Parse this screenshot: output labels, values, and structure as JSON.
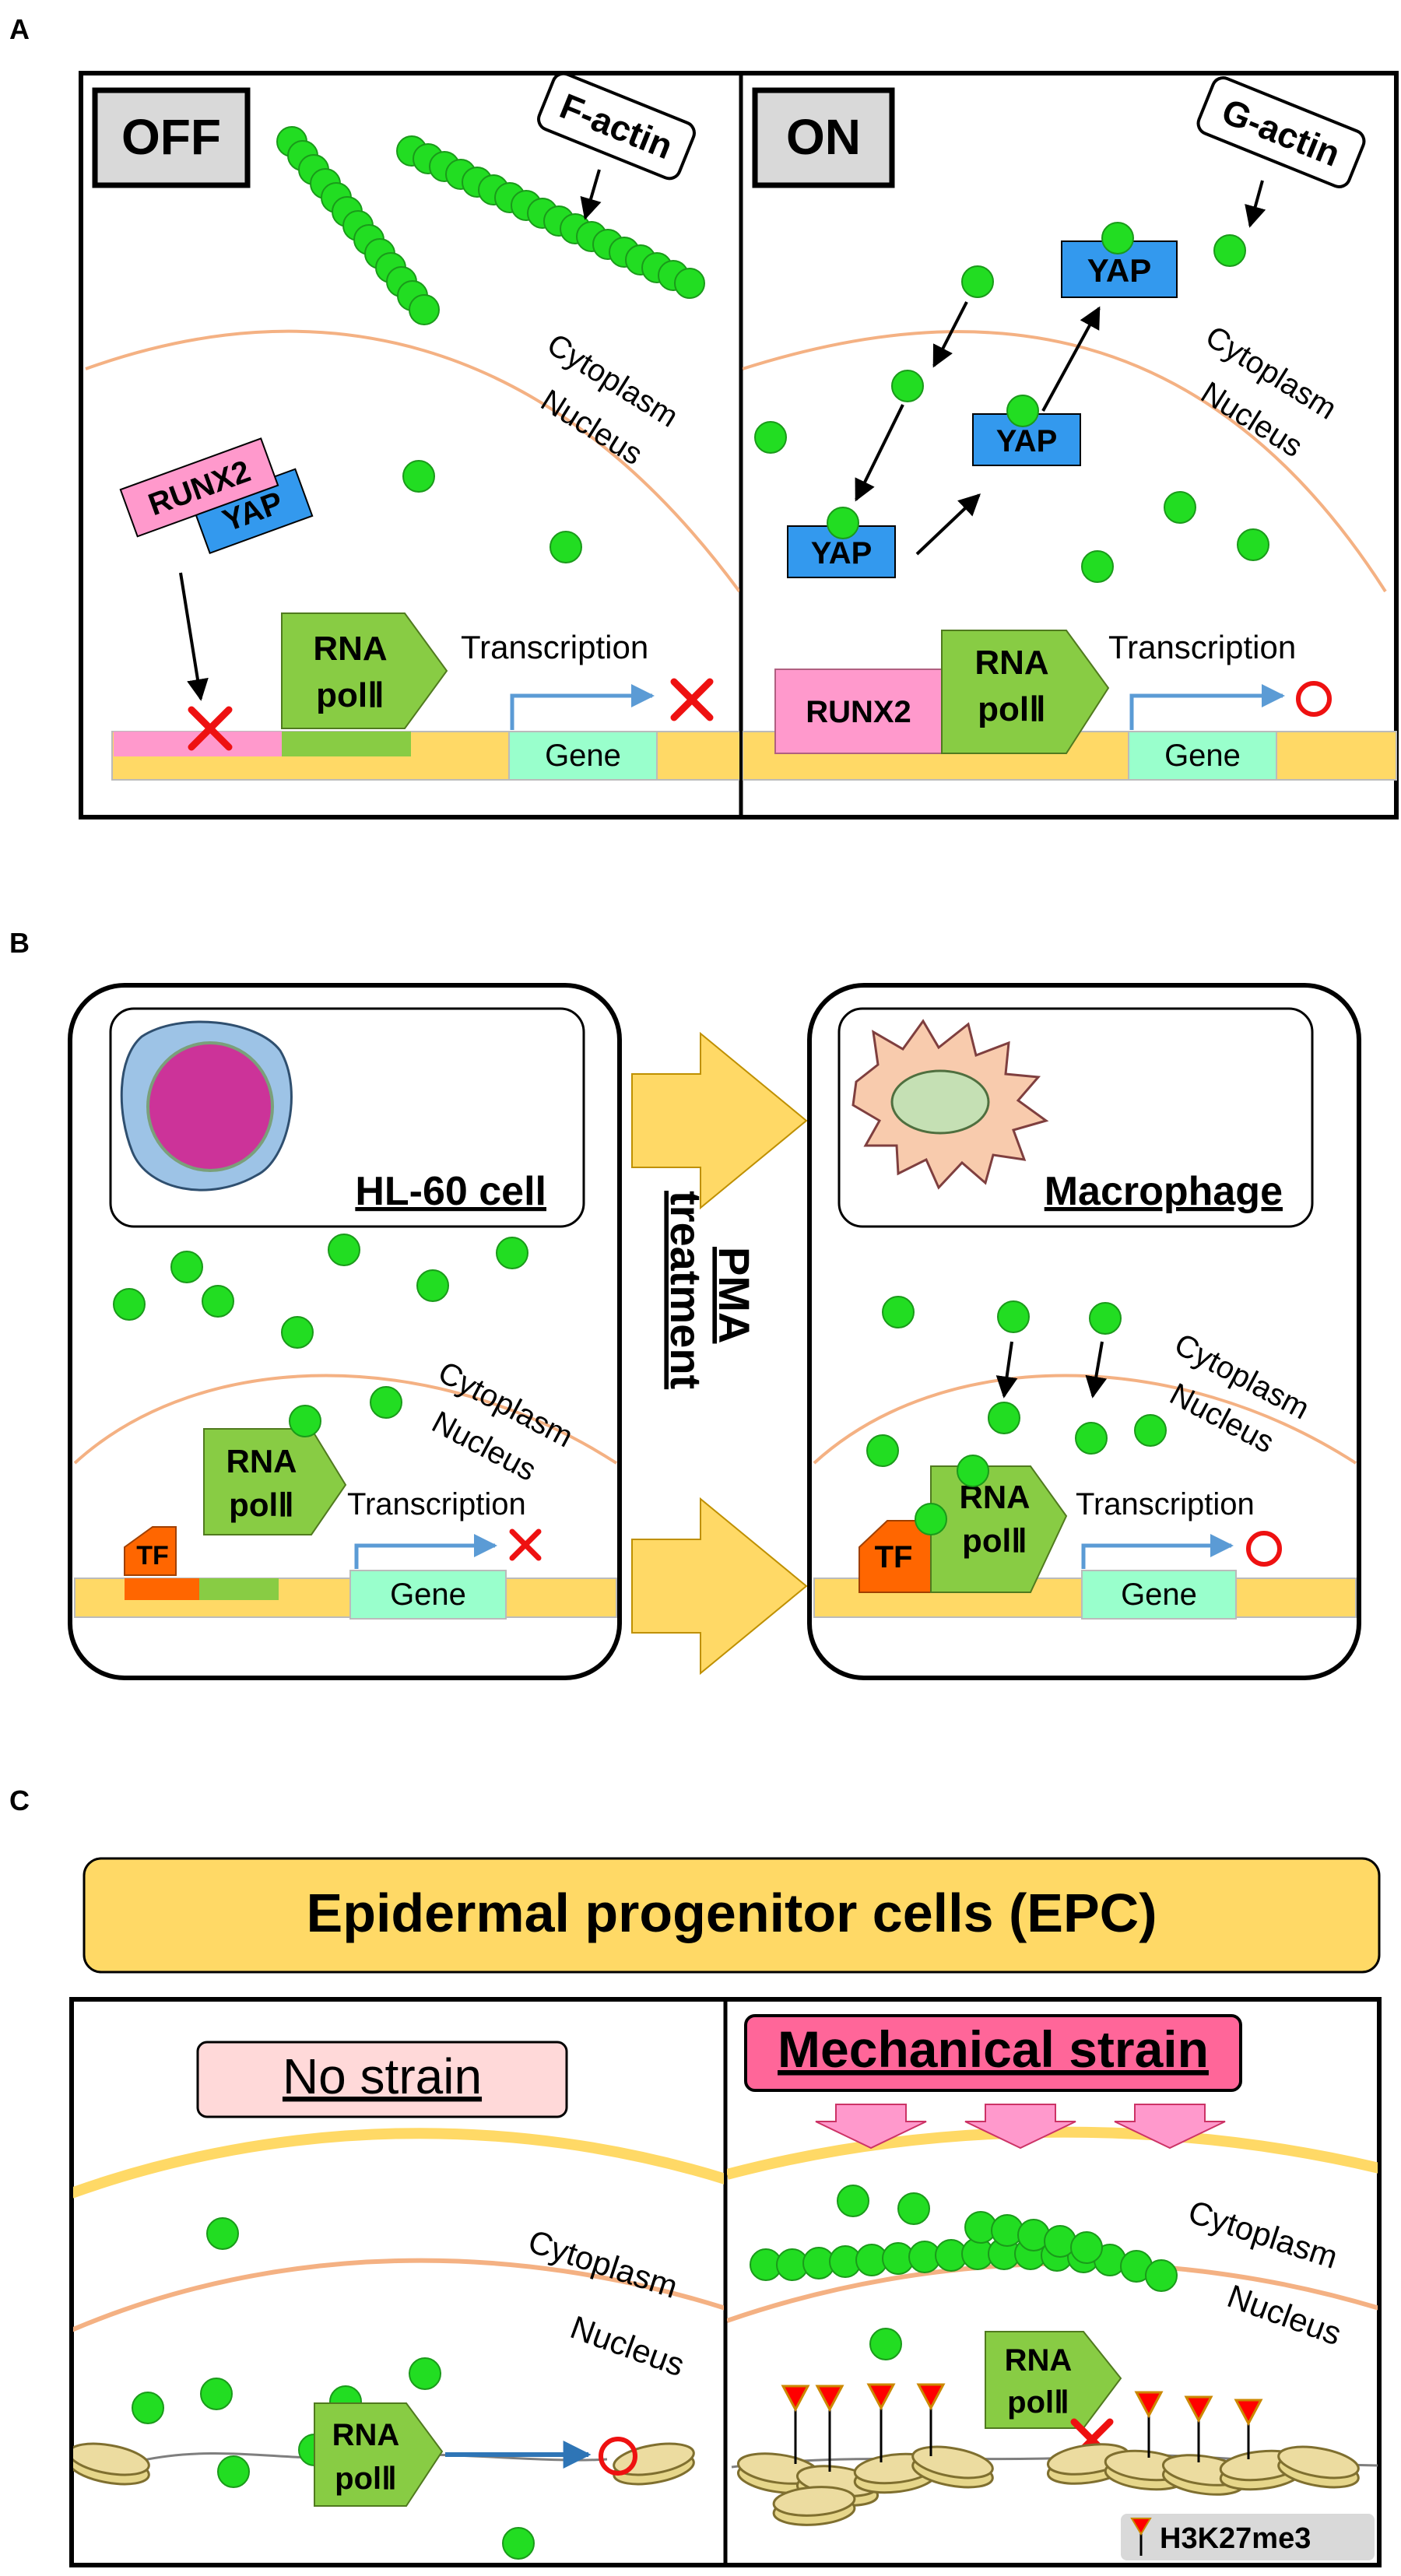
{
  "panels": {
    "a": {
      "letter": "A",
      "off": {
        "state": "OFF",
        "actin_label": "F-actin",
        "cytoplasm": "Cytoplasm",
        "nucleus": "Nucleus",
        "runx2": "RUNX2",
        "yap": "YAP",
        "rna": "RNA",
        "pol": "polⅡ",
        "transcription": "Transcription",
        "gene": "Gene"
      },
      "on": {
        "state": "ON",
        "actin_label": "G-actin",
        "cytoplasm": "Cytoplasm",
        "nucleus": "Nucleus",
        "yap": "YAP",
        "runx2": "RUNX2",
        "rna": "RNA",
        "pol": "polⅡ",
        "transcription": "Transcription",
        "gene": "Gene"
      }
    },
    "b": {
      "letter": "B",
      "left": {
        "cell": "HL-60 cell",
        "cytoplasm": "Cytoplasm",
        "nucleus": "Nucleus",
        "rna": "RNA",
        "pol": "polⅡ",
        "tf": "TF",
        "transcription": "Transcription",
        "gene": "Gene"
      },
      "treatment": {
        "line1": "PMA",
        "line2": "treatment"
      },
      "right": {
        "cell": "Macrophage",
        "cytoplasm": "Cytoplasm",
        "nucleus": "Nucleus",
        "rna": "RNA",
        "pol": "polⅡ",
        "tf": "TF",
        "transcription": "Transcription",
        "gene": "Gene"
      }
    },
    "c": {
      "letter": "C",
      "title": "Epidermal progenitor cells (EPC)",
      "left": {
        "condition": "No strain",
        "cytoplasm": "Cytoplasm",
        "nucleus": "Nucleus",
        "rna": "RNA",
        "pol": "polⅡ"
      },
      "right": {
        "condition": "Mechanical strain",
        "cytoplasm": "Cytoplasm",
        "nucleus": "Nucleus",
        "rna": "RNA",
        "pol": "polⅡ",
        "mark": "H3K27me3"
      }
    }
  },
  "colors": {
    "actin": "#22dd22",
    "yap": "#3399ee",
    "runx2": "#ff99cc",
    "polymerase": "#88cc44",
    "gene": "#99ffcc",
    "dna": "#ffd966",
    "membrane": "#f4b183",
    "inhibit": "#ee1111",
    "tf": "#ff6600",
    "pma_arrow": "#ffd966",
    "strain": "#ff6699",
    "histone_mark": "#ff0000"
  }
}
